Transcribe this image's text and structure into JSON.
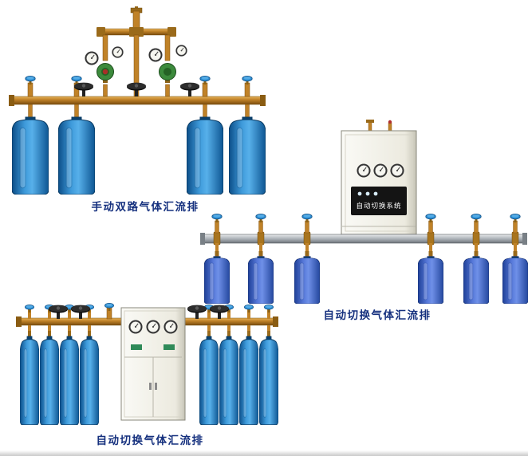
{
  "page": {
    "background": "#ffffff"
  },
  "products": [
    {
      "caption": "手动双路气体汇流排"
    },
    {
      "caption": "自动切换气体汇流排",
      "cabinet_label": "自动切换系统"
    },
    {
      "caption": "自动切换气体汇流排"
    }
  ],
  "colors": {
    "caption_text": "#15307e",
    "cylinder_blue": "#1c6fb5",
    "cylinder_violet": "#3a5cc0",
    "brass_pipe": "#c08228",
    "silver_manifold": "#b2b8be",
    "cabinet_body": "#f0eee4",
    "regulator_green": "#3c8a3c",
    "valve_cap_blue": "#2d8fd5"
  }
}
